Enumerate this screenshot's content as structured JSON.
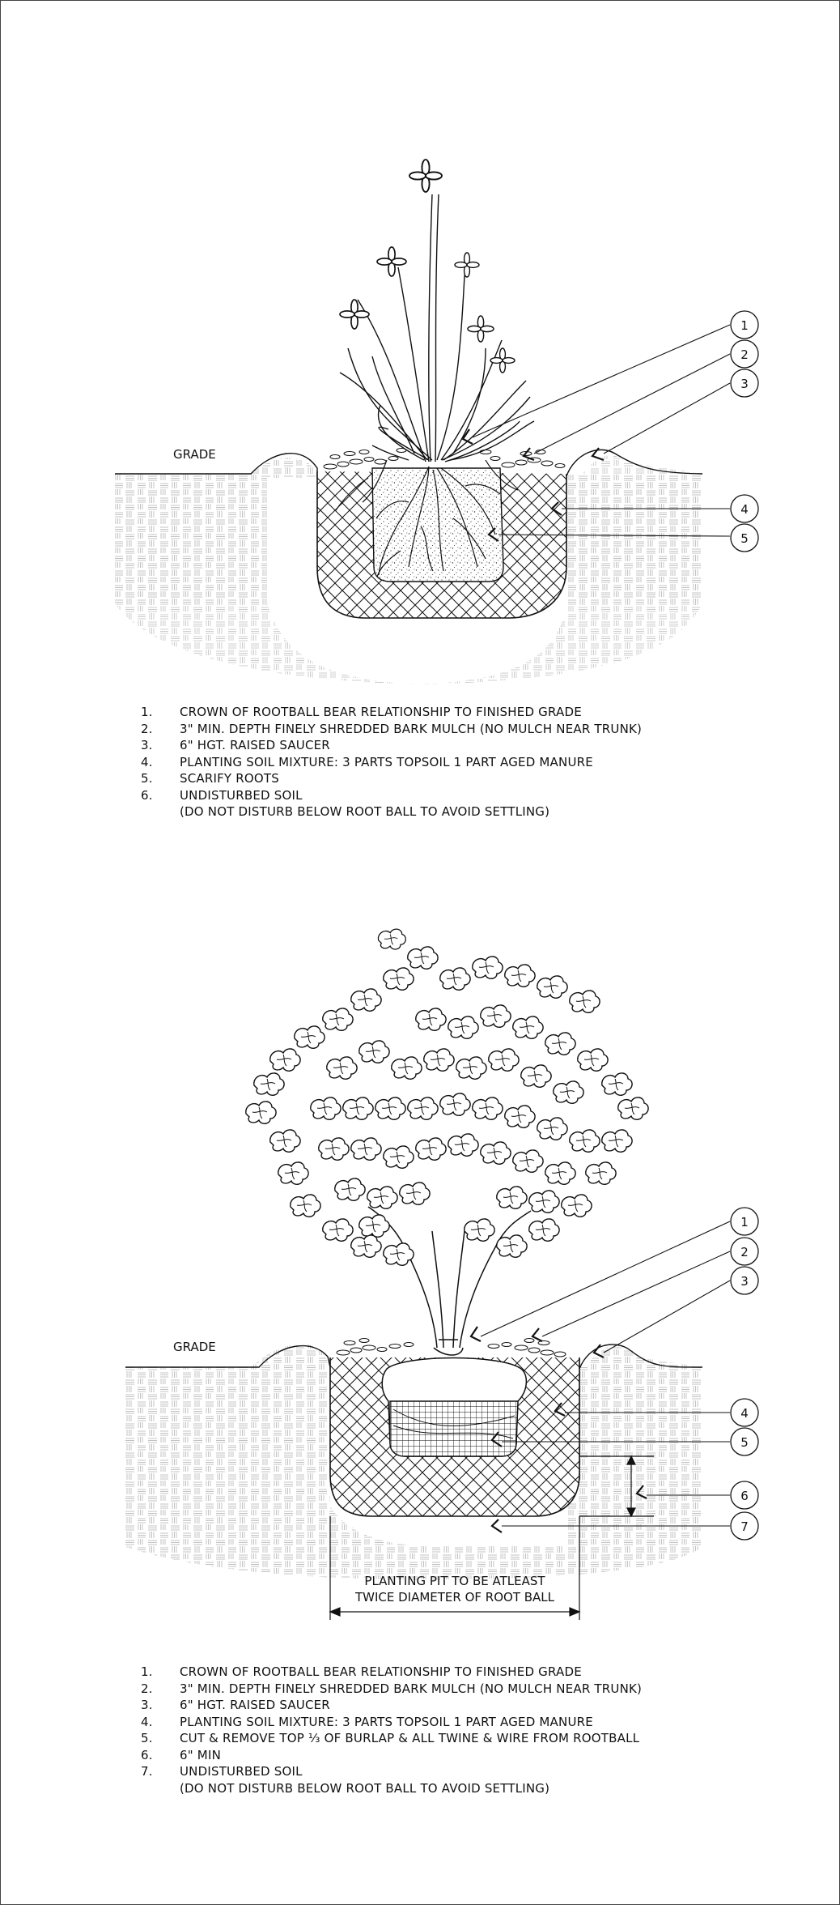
{
  "detail_1": {
    "grade_label": "GRADE",
    "callouts": [
      "1",
      "2",
      "3",
      "4",
      "5"
    ],
    "notes": [
      {
        "num": "1.",
        "text": "CROWN OF ROOTBALL BEAR RELATIONSHIP TO FINISHED GRADE"
      },
      {
        "num": "2.",
        "text": "3\" MIN. DEPTH FINELY SHREDDED BARK MULCH (NO MULCH NEAR TRUNK)"
      },
      {
        "num": "3.",
        "text": "6\" HGT. RAISED SAUCER"
      },
      {
        "num": "4.",
        "text": "PLANTING SOIL MIXTURE: 3 PARTS TOPSOIL 1 PART AGED MANURE"
      },
      {
        "num": "5.",
        "text": "SCARIFY ROOTS"
      },
      {
        "num": "6.",
        "text": "UNDISTURBED SOIL"
      }
    ],
    "note_continuation": "(DO NOT DISTURB BELOW ROOT BALL TO AVOID SETTLING)"
  },
  "detail_2": {
    "grade_label": "GRADE",
    "callouts": [
      "1",
      "2",
      "3",
      "4",
      "5",
      "6",
      "7"
    ],
    "dimension_label_line1": "PLANTING PIT TO BE ATLEAST",
    "dimension_label_line2": "TWICE DIAMETER OF ROOT BALL",
    "notes": [
      {
        "num": "1.",
        "text": "CROWN OF ROOTBALL BEAR RELATIONSHIP TO FINISHED GRADE"
      },
      {
        "num": "2.",
        "text": "3\" MIN. DEPTH FINELY SHREDDED BARK MULCH (NO MULCH NEAR TRUNK)"
      },
      {
        "num": "3.",
        "text": "6\" HGT. RAISED SAUCER"
      },
      {
        "num": "4.",
        "text": "PLANTING SOIL MIXTURE: 3 PARTS TOPSOIL 1 PART AGED MANURE"
      },
      {
        "num": "5.",
        "text": "CUT & REMOVE TOP ⅓ OF BURLAP & ALL TWINE & WIRE FROM ROOTBALL"
      },
      {
        "num": "6.",
        "text": "6\" MIN"
      },
      {
        "num": "7.",
        "text": "UNDISTURBED SOIL"
      }
    ],
    "note_continuation": "(DO NOT DISTURB BELOW ROOT BALL TO AVOID SETTLING)"
  }
}
